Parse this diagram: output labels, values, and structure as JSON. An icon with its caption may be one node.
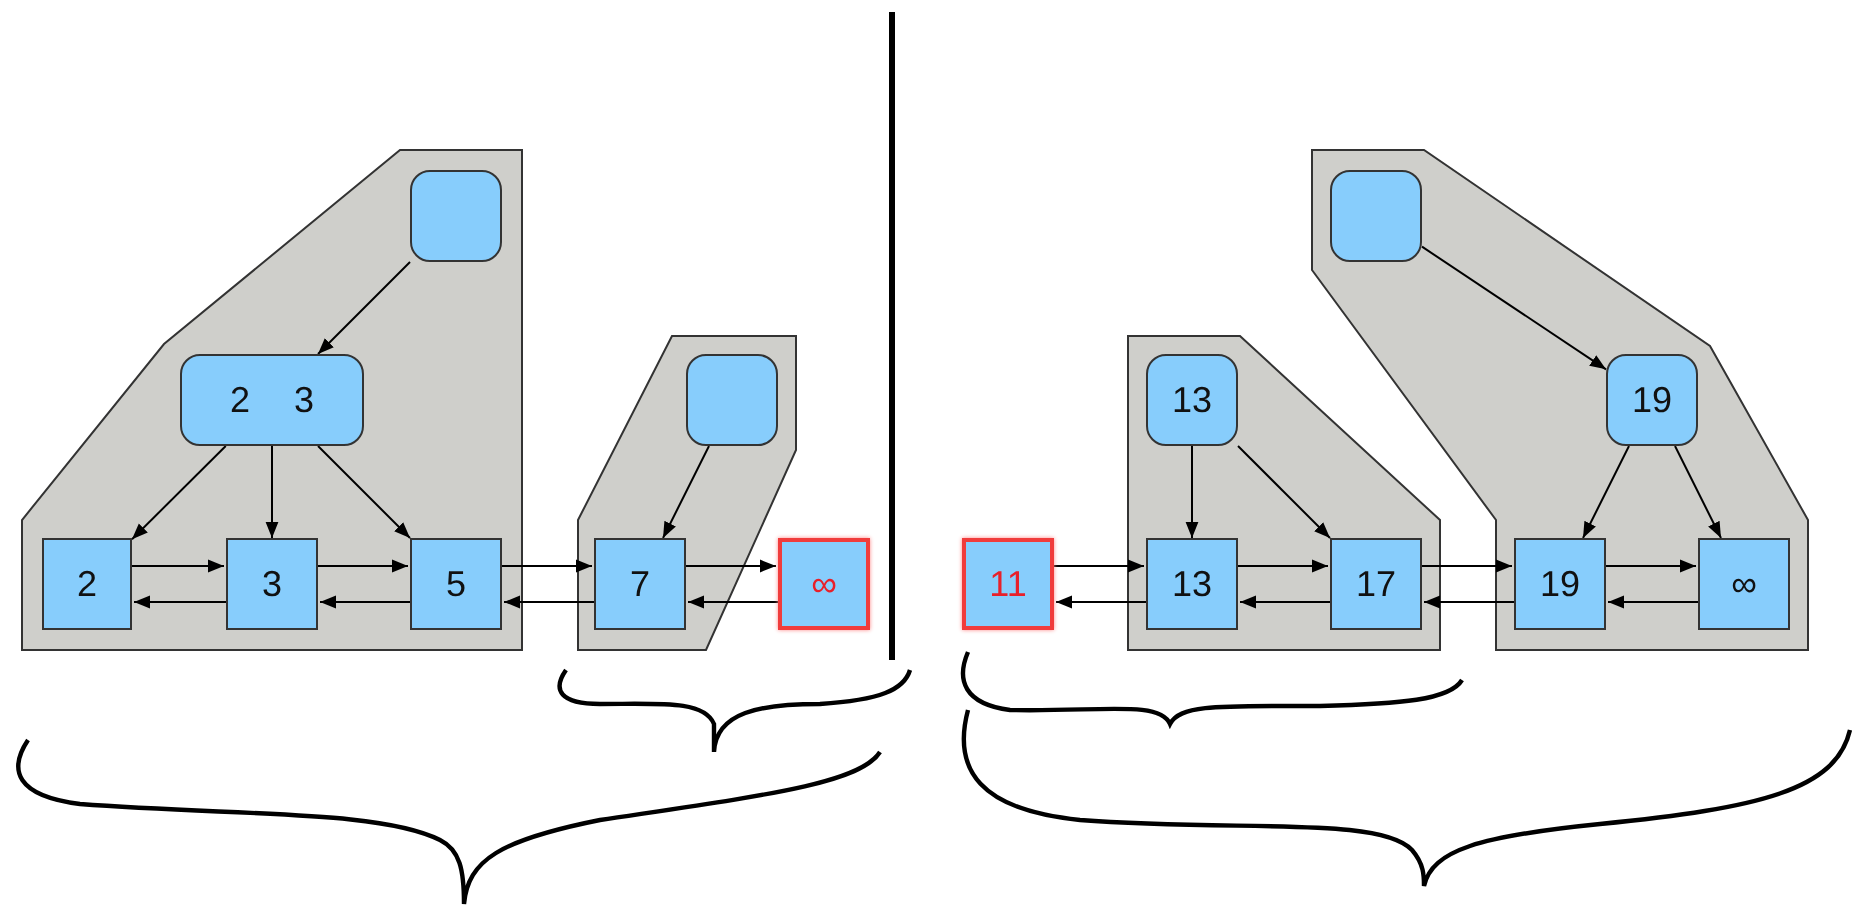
{
  "diagram": {
    "nodes": [
      {
        "text": [],
        "shape": "polygon"
      },
      {
        "text": [],
        "shape": "box",
        "in": 0
      },
      {
        "text": [
          "2",
          "3"
        ],
        "in": 0
      },
      {
        "text": [
          "2"
        ],
        "in": 0
      },
      {
        "text": [
          "3"
        ],
        "in": 0
      },
      {
        "text": [
          "5"
        ],
        "in": 0
      },
      {
        "text": [],
        "shape": "polygon"
      },
      {
        "text": [],
        "shape": "box",
        "in": 6
      },
      {
        "text": [
          "7"
        ],
        "in": 6
      },
      {
        "text": [
          "∞"
        ]
      },
      {
        "text": [
          "11"
        ]
      },
      {
        "text": [],
        "shape": "polygon"
      },
      {
        "text": [
          "13"
        ],
        "in": 11
      },
      {
        "text": [
          "13"
        ],
        "in": 11
      },
      {
        "text": [
          "17"
        ],
        "in": 11
      },
      {
        "text": [],
        "shape": "polygon"
      },
      {
        "text": [],
        "shape": "box",
        "in": 15
      },
      {
        "text": [
          "19"
        ],
        "in": 15
      },
      {
        "text": [
          "19"
        ],
        "in": 15
      },
      {
        "text": [
          "∞"
        ],
        "in": 15
      }
    ],
    "edges": [
      {
        "from": 1,
        "to": 2,
        "arrow": "to"
      },
      {
        "from": 2,
        "to": 3,
        "arrow": "to"
      },
      {
        "from": 2,
        "to": 4,
        "arrow": "to"
      },
      {
        "from": 2,
        "to": 5,
        "arrow": "to"
      },
      {
        "from": 3,
        "to": 4,
        "arrow": "to"
      },
      {
        "from": 4,
        "to": 3,
        "arrow": "to"
      },
      {
        "from": 4,
        "to": 5,
        "arrow": "to"
      },
      {
        "from": 5,
        "to": 4,
        "arrow": "to"
      },
      {
        "from": 5,
        "to": 8,
        "arrow": "to"
      },
      {
        "from": 8,
        "to": 5,
        "arrow": "to"
      },
      {
        "from": 7,
        "to": 8,
        "arrow": "to"
      },
      {
        "from": 8,
        "to": 9,
        "arrow": "to"
      },
      {
        "from": 9,
        "to": 8,
        "arrow": "to"
      },
      {
        "from": 10,
        "to": 13,
        "arrow": "to"
      },
      {
        "from": 13,
        "to": 10,
        "arrow": "to"
      },
      {
        "from": 12,
        "to": 13,
        "arrow": "to"
      },
      {
        "from": 12,
        "to": 14,
        "arrow": "to"
      },
      {
        "from": 13,
        "to": 14,
        "arrow": "to"
      },
      {
        "from": 14,
        "to": 13,
        "arrow": "to"
      },
      {
        "from": 14,
        "to": 18,
        "arrow": "to"
      },
      {
        "from": 18,
        "to": 14,
        "arrow": "to"
      },
      {
        "from": 16,
        "to": 17,
        "arrow": "to"
      },
      {
        "from": 17,
        "to": 18,
        "arrow": "to"
      },
      {
        "from": 17,
        "to": 19,
        "arrow": "to"
      },
      {
        "from": 18,
        "to": 19,
        "arrow": "to"
      },
      {
        "from": 19,
        "to": 18,
        "arrow": "to"
      }
    ]
  }
}
